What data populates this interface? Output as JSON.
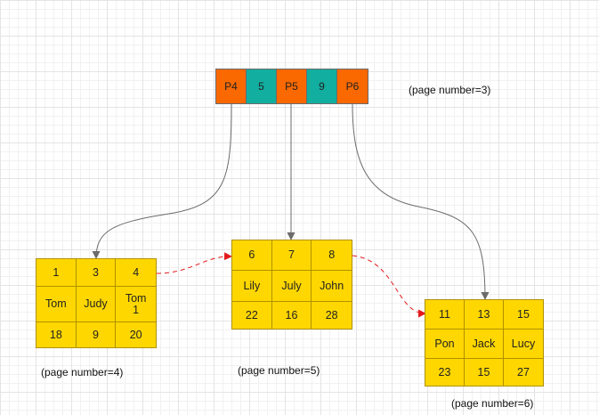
{
  "root": {
    "cells": [
      {
        "text": "P4",
        "kind": "pointer"
      },
      {
        "text": "5",
        "kind": "key"
      },
      {
        "text": "P5",
        "kind": "pointer"
      },
      {
        "text": "9",
        "kind": "key"
      },
      {
        "text": "P6",
        "kind": "pointer"
      }
    ],
    "caption": "(page number=3)"
  },
  "pages": [
    {
      "rows": [
        [
          "1",
          "3",
          "4"
        ],
        [
          "Tom",
          "Judy",
          "Tom\n1"
        ],
        [
          "18",
          "9",
          "20"
        ]
      ],
      "caption": "(page number=4)"
    },
    {
      "rows": [
        [
          "6",
          "7",
          "8"
        ],
        [
          "Lily",
          "July",
          "John"
        ],
        [
          "22",
          "16",
          "28"
        ]
      ],
      "caption": "(page number=5)"
    },
    {
      "rows": [
        [
          "11",
          "13",
          "15"
        ],
        [
          "Pon",
          "Jack",
          "Lucy"
        ],
        [
          "23",
          "15",
          "27"
        ]
      ],
      "caption": "(page number=6)"
    }
  ],
  "colors": {
    "pointer": "#fa6800",
    "key": "#12aea0",
    "leaf": "#ffd700",
    "child_arrow": "#6b6b6b",
    "sibling_arrow": "#e31a1c"
  }
}
